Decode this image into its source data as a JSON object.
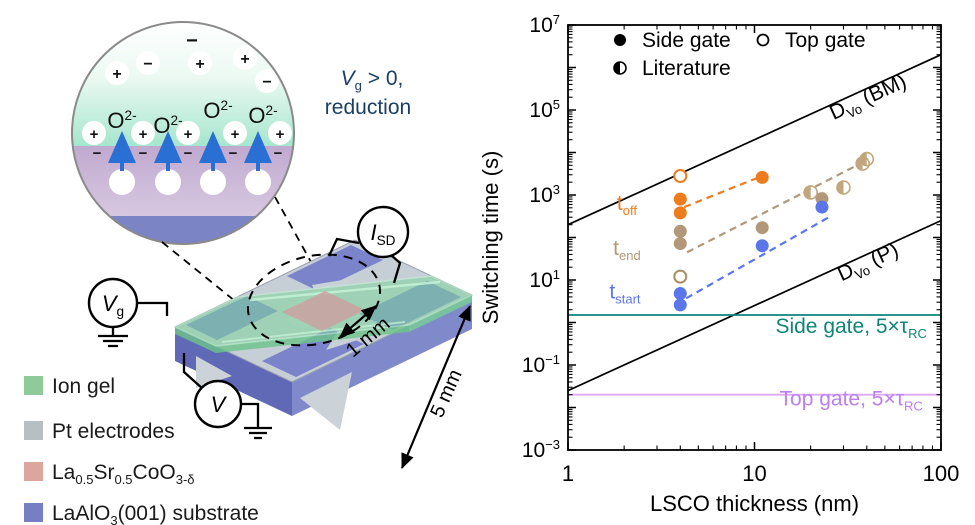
{
  "figure": {
    "schematic": {
      "inset": {
        "plus": "+",
        "minus": "−",
        "o2_parts": [
          {
            "t": "O"
          },
          {
            "t": "2-",
            "sup": 1
          }
        ],
        "vg_line1_parts": [
          {
            "t": "V",
            "i": 1
          },
          {
            "t": "g",
            "sub": 1
          },
          {
            "t": " > 0,"
          }
        ],
        "vg_line2": "reduction",
        "text_color": "#1b3f63",
        "gel_top_color": "#a6e6ce",
        "film_color": "#c9b2d6",
        "substrate_color": "#7b84c5"
      },
      "device": {
        "isd_parts": [
          {
            "t": "I",
            "i": 1
          },
          {
            "t": "SD",
            "sub": 1
          }
        ],
        "vg_parts": [
          {
            "t": "V",
            "i": 1
          },
          {
            "t": "g",
            "sub": 1
          }
        ],
        "v_parts": [
          {
            "t": "V",
            "i": 1
          }
        ],
        "scale_small": "1 mm",
        "scale_large": "5 mm"
      },
      "legend": [
        {
          "color": "#8fca9b",
          "parts": [
            {
              "t": "Ion gel"
            }
          ]
        },
        {
          "color": "#b8bfc2",
          "parts": [
            {
              "t": "Pt electrodes"
            }
          ]
        },
        {
          "color": "#dba69e",
          "parts": [
            {
              "t": "La"
            },
            {
              "t": "0.5",
              "sub": 1
            },
            {
              "t": "Sr"
            },
            {
              "t": "0.5",
              "sub": 1
            },
            {
              "t": "CoO"
            },
            {
              "t": "3-δ",
              "sub": 1
            }
          ]
        },
        {
          "color": "#767fc4",
          "parts": [
            {
              "t": "LaAlO"
            },
            {
              "t": "3",
              "sub": 1
            },
            {
              "t": "(001) substrate"
            }
          ]
        }
      ]
    }
  },
  "chart_data": {
    "type": "scatter",
    "title": "",
    "xlabel": "LSCO thickness (nm)",
    "ylabel": "Switching time (s)",
    "xscale": "log",
    "yscale": "log",
    "xlim": [
      1,
      100
    ],
    "ylim": [
      0.001,
      10000000
    ],
    "grid": false,
    "legend_position": "top-left-inside",
    "x_ticks": [
      1,
      10,
      100
    ],
    "y_tick_exponents": [
      -3,
      -1,
      1,
      3,
      5,
      7
    ],
    "legend": [
      {
        "label": "Side gate",
        "marker": "filled"
      },
      {
        "label": "Top gate",
        "marker": "open"
      },
      {
        "label": "Literature",
        "marker": "half"
      }
    ],
    "series": [
      {
        "name": "t_off side gate",
        "marker": "filled",
        "color": "#ee7c1e",
        "points": [
          [
            4,
            380
          ],
          [
            4,
            800
          ],
          [
            11,
            2600
          ]
        ]
      },
      {
        "name": "t_off top gate",
        "marker": "open",
        "color": "#ee7c1e",
        "points": [
          [
            4,
            2800
          ]
        ]
      },
      {
        "name": "t_end side gate",
        "marker": "filled",
        "color": "#b29878",
        "points": [
          [
            4,
            72
          ],
          [
            4,
            140
          ],
          [
            11,
            170
          ],
          [
            23,
            820
          ]
        ]
      },
      {
        "name": "t_end top gate",
        "marker": "open",
        "color": "#a98f66",
        "points": [
          [
            4,
            12
          ]
        ]
      },
      {
        "name": "t_start side gate",
        "marker": "filled",
        "color": "#5b76eb",
        "points": [
          [
            4,
            2.6
          ],
          [
            4,
            4.8
          ],
          [
            11,
            64
          ],
          [
            23,
            520
          ]
        ]
      },
      {
        "name": "literature",
        "marker": "half",
        "color": "#c1a67e",
        "points": [
          [
            20,
            1150
          ],
          [
            30,
            1500
          ],
          [
            38,
            5500
          ],
          [
            40,
            7000
          ]
        ]
      }
    ],
    "trend_lines": [
      {
        "color": "#ee7c1e",
        "from": [
          4.2,
          520
        ],
        "to": [
          10.3,
          2500
        ]
      },
      {
        "color": "#b29878",
        "from": [
          4.35,
          45
        ],
        "to": [
          39,
          6200
        ]
      },
      {
        "color": "#5b76eb",
        "from": [
          4.3,
          3.7
        ],
        "to": [
          26,
          330
        ]
      }
    ],
    "ref_lines": [
      {
        "label_parts": [
          {
            "t": "D"
          },
          {
            "t": "Vo",
            "sub": 1
          },
          {
            "t": " (BM)"
          }
        ],
        "color": "#000000",
        "from": [
          1,
          200
        ],
        "to": [
          100,
          2000000
        ],
        "label_at": [
          42,
          145000
        ],
        "label_rotate": -24.5
      },
      {
        "label_parts": [
          {
            "t": "D"
          },
          {
            "t": "Vo",
            "sub": 1
          },
          {
            "t": " (P)"
          }
        ],
        "color": "#000000",
        "from": [
          1,
          0.025
        ],
        "to": [
          100,
          250
        ],
        "label_at": [
          42,
          19
        ],
        "label_rotate": -24.5
      }
    ],
    "h_lines": [
      {
        "y": 1.5,
        "color": "#0f8578",
        "label_color": "#0f8578",
        "label_parts": [
          {
            "t": "Side gate, 5×τ"
          },
          {
            "t": "RC",
            "sub": 1
          }
        ],
        "label_at": [
          33,
          0.56
        ]
      },
      {
        "y": 0.02,
        "color": "#dfaaf5",
        "label_color": "#bd80f0",
        "label_parts": [
          {
            "t": "Top gate, 5×τ"
          },
          {
            "t": "RC",
            "sub": 1
          }
        ],
        "label_at": [
          33,
          0.011
        ]
      }
    ],
    "annotations": [
      {
        "parts": [
          {
            "t": "t"
          },
          {
            "t": "off",
            "sub": 1
          }
        ],
        "color": "#ee7c1e",
        "at": [
          2.07,
          440
        ]
      },
      {
        "parts": [
          {
            "t": "t"
          },
          {
            "t": "end",
            "sub": 1
          }
        ],
        "color": "#b29878",
        "at": [
          2.07,
          39
        ]
      },
      {
        "parts": [
          {
            "t": "t"
          },
          {
            "t": "start",
            "sub": 1
          }
        ],
        "color": "#5b76eb",
        "at": [
          2.02,
          3.7
        ]
      }
    ]
  }
}
